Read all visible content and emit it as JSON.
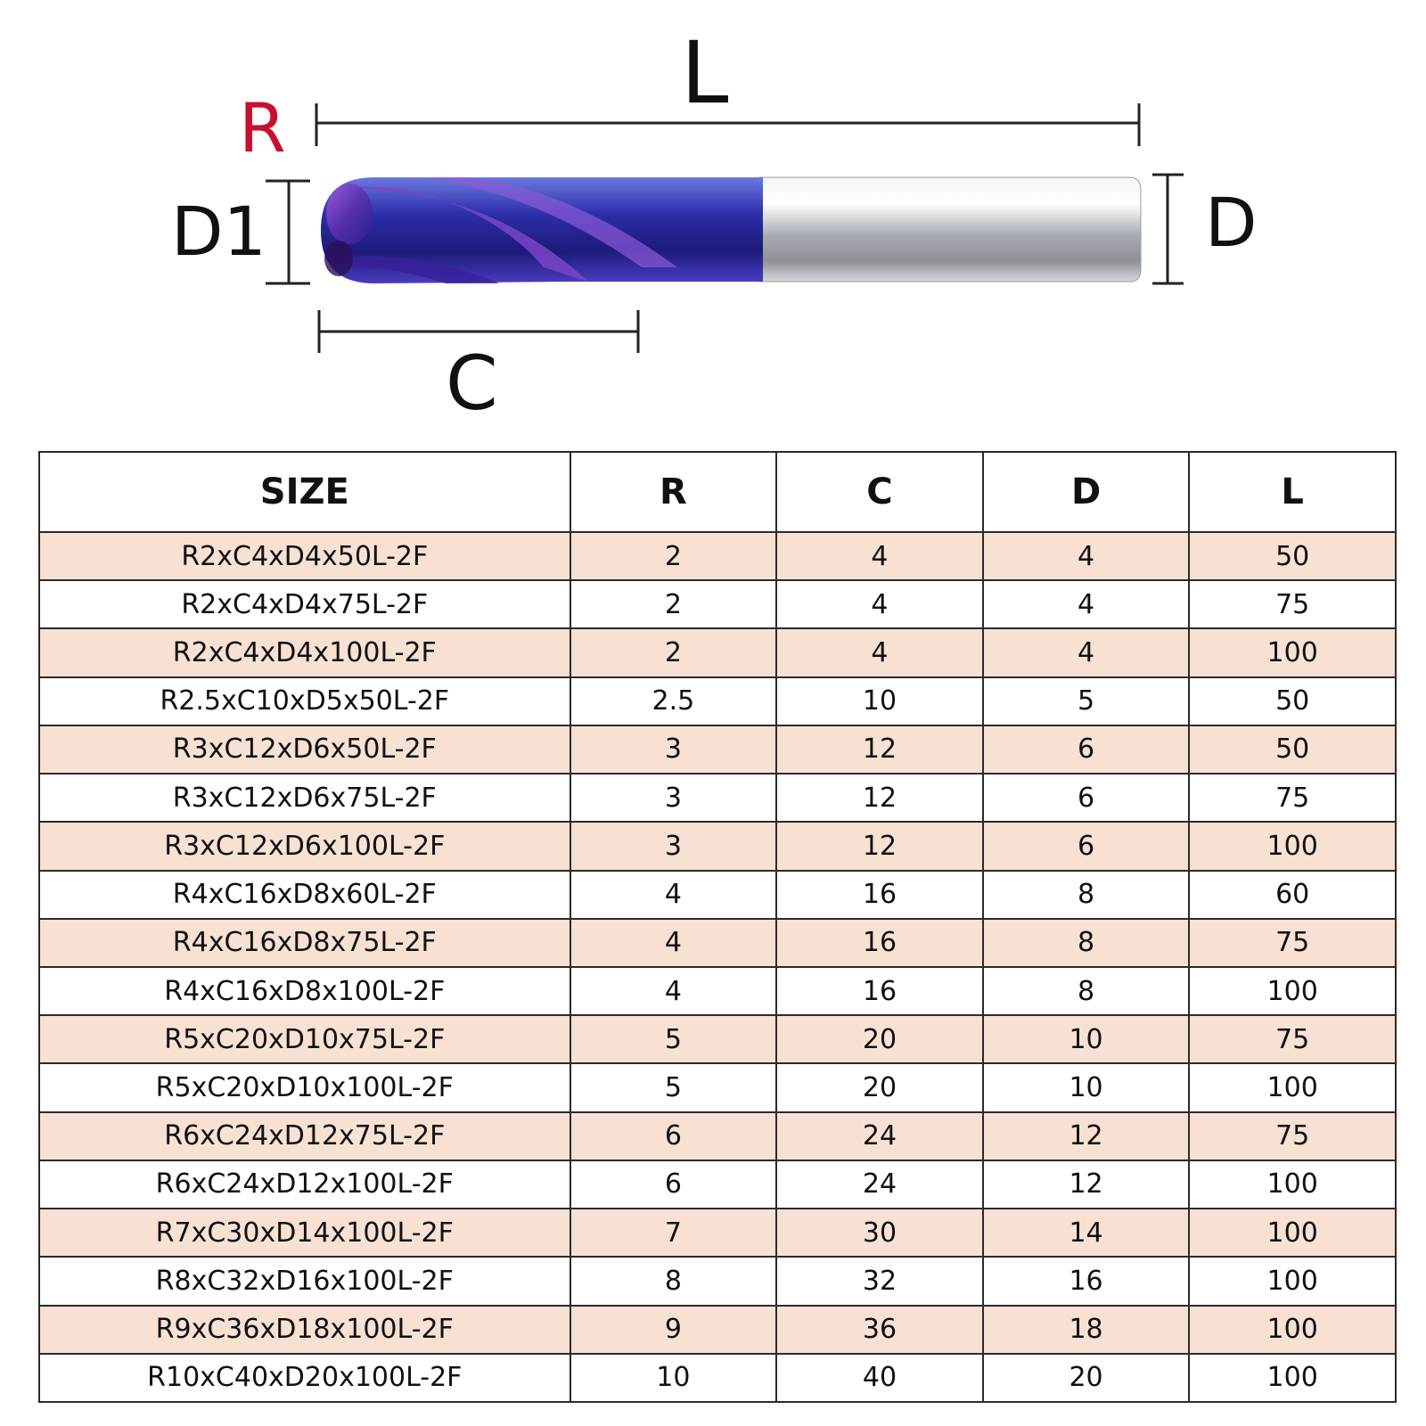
{
  "diagram": {
    "labels": {
      "L": "L",
      "R": "R",
      "D1": "D1",
      "D": "D",
      "C": "C"
    },
    "colors": {
      "R_label": "#c8102e",
      "coating": "#3a2fb8",
      "shank": "#c9ccd1"
    }
  },
  "table": {
    "headers": [
      "SIZE",
      "R",
      "C",
      "D",
      "L"
    ],
    "rows": [
      [
        "R2xC4xD4x50L-2F",
        "2",
        "4",
        "4",
        "50"
      ],
      [
        "R2xC4xD4x75L-2F",
        "2",
        "4",
        "4",
        "75"
      ],
      [
        "R2xC4xD4x100L-2F",
        "2",
        "4",
        "4",
        "100"
      ],
      [
        "R2.5xC10xD5x50L-2F",
        "2.5",
        "10",
        "5",
        "50"
      ],
      [
        "R3xC12xD6x50L-2F",
        "3",
        "12",
        "6",
        "50"
      ],
      [
        "R3xC12xD6x75L-2F",
        "3",
        "12",
        "6",
        "75"
      ],
      [
        "R3xC12xD6x100L-2F",
        "3",
        "12",
        "6",
        "100"
      ],
      [
        "R4xC16xD8x60L-2F",
        "4",
        "16",
        "8",
        "60"
      ],
      [
        "R4xC16xD8x75L-2F",
        "4",
        "16",
        "8",
        "75"
      ],
      [
        "R4xC16xD8x100L-2F",
        "4",
        "16",
        "8",
        "100"
      ],
      [
        "R5xC20xD10x75L-2F",
        "5",
        "20",
        "10",
        "75"
      ],
      [
        "R5xC20xD10x100L-2F",
        "5",
        "20",
        "10",
        "100"
      ],
      [
        "R6xC24xD12x75L-2F",
        "6",
        "24",
        "12",
        "75"
      ],
      [
        "R6xC24xD12x100L-2F",
        "6",
        "24",
        "12",
        "100"
      ],
      [
        "R7xC30xD14x100L-2F",
        "7",
        "30",
        "14",
        "100"
      ],
      [
        "R8xC32xD16x100L-2F",
        "8",
        "32",
        "16",
        "100"
      ],
      [
        "R9xC36xD18x100L-2F",
        "9",
        "36",
        "18",
        "100"
      ],
      [
        "R10xC40xD20x100L-2F",
        "10",
        "40",
        "20",
        "100"
      ]
    ]
  }
}
